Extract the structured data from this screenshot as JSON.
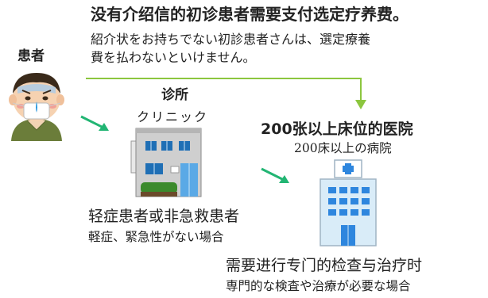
{
  "header": {
    "title_cn": "没有介绍信的初诊患者需要支付选定疗养费。",
    "subtitle_jp_line1": "紹介状をお持ちでない初診患者さんは、選定療養",
    "subtitle_jp_line2": "費を払わないといけません。"
  },
  "patient": {
    "label": "患者"
  },
  "clinic": {
    "label_cn": "诊所",
    "label_jp": "クリニック",
    "caption_cn": "轻症患者或非急救患者",
    "caption_jp": "軽症、緊急性がない場合"
  },
  "hospital": {
    "label_cn": "200张以上床位的医院",
    "label_jp": "200床以上の病院",
    "caption_cn": "需要进行专门的检查与治疗时",
    "caption_jp": "専門的な検査や治療が必要な場合"
  },
  "colors": {
    "arrow_lime": "#8cc63f",
    "arrow_green": "#22b573",
    "building_blue": "#2e86de",
    "hospital_light": "#d9ecf8"
  },
  "icons": [
    "sick-patient-icon",
    "clinic-building-icon",
    "hospital-building-icon",
    "arrow-icon"
  ]
}
